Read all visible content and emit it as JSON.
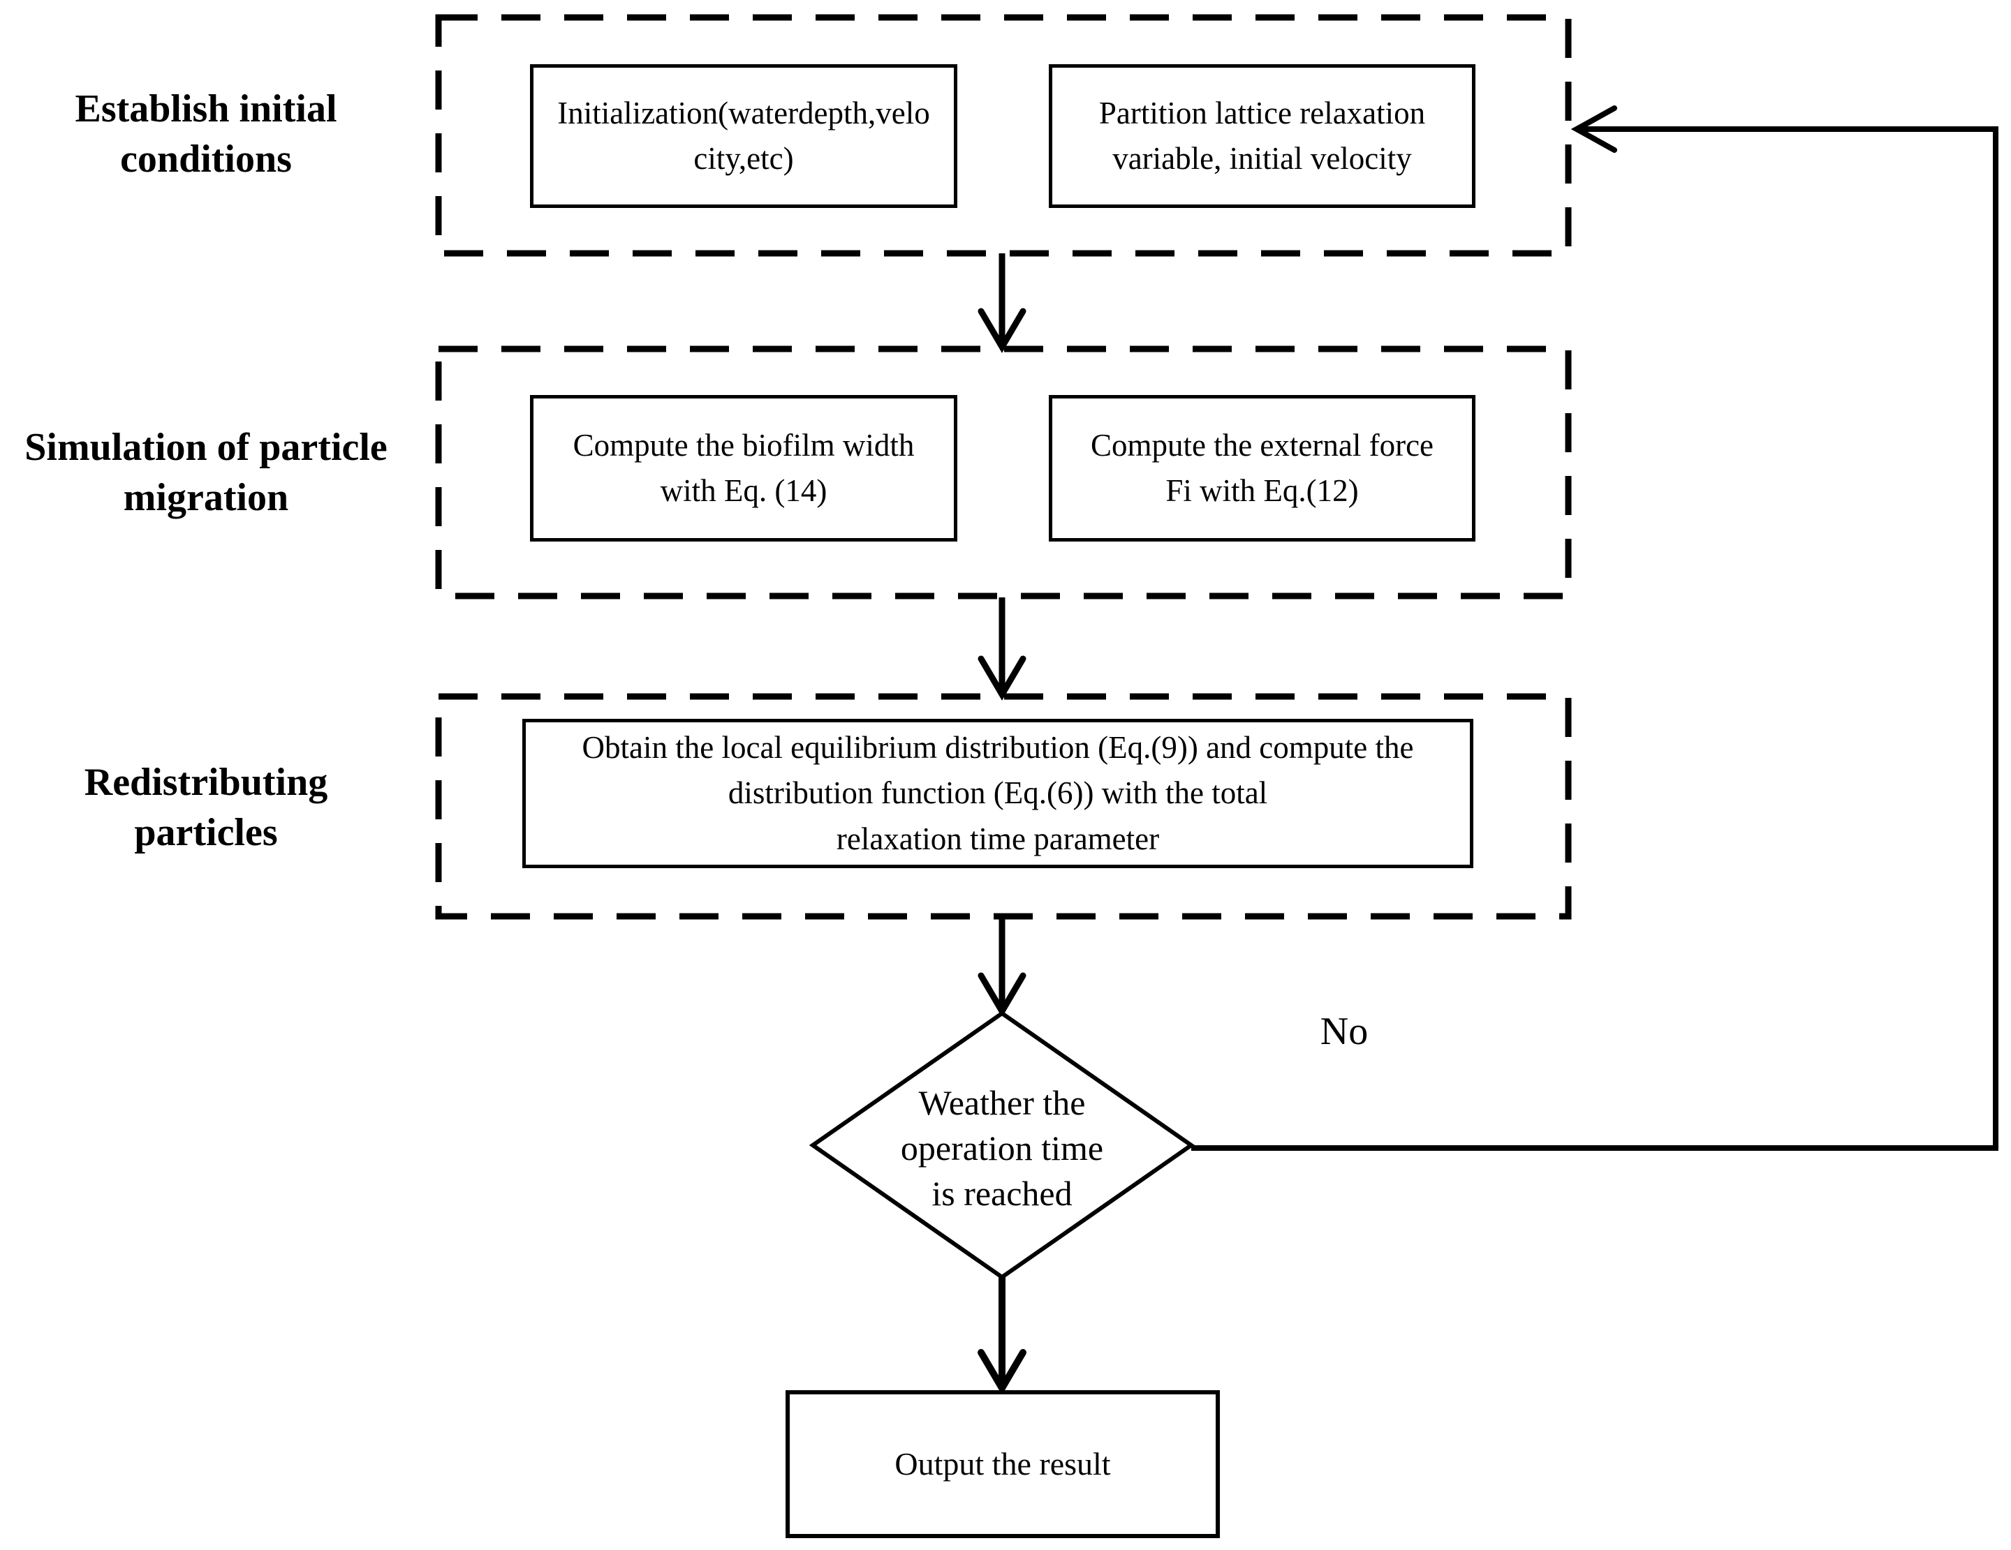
{
  "diagram": {
    "sections": [
      {
        "label": "Establish initial\nconditions",
        "boxes": [
          "Initialization(waterdepth,velo\ncity,etc)",
          "Partition lattice relaxation\nvariable, initial velocity"
        ]
      },
      {
        "label": "Simulation of particle\nmigration",
        "boxes": [
          "Compute the biofilm width\nwith Eq. (14)",
          "Compute the external force\nFi with Eq.(12)"
        ]
      },
      {
        "label": "Redistributing\nparticles",
        "boxes": [
          "Obtain the local equilibrium distribution (Eq.(9)) and compute the\ndistribution function (Eq.(6)) with the total\nrelaxation time parameter"
        ]
      }
    ],
    "decision": "Weather the\noperation time\nis reached",
    "edge_label_no": "No",
    "terminal": "Output the result",
    "colors": {
      "line": "#000000",
      "background": "#ffffff"
    }
  }
}
